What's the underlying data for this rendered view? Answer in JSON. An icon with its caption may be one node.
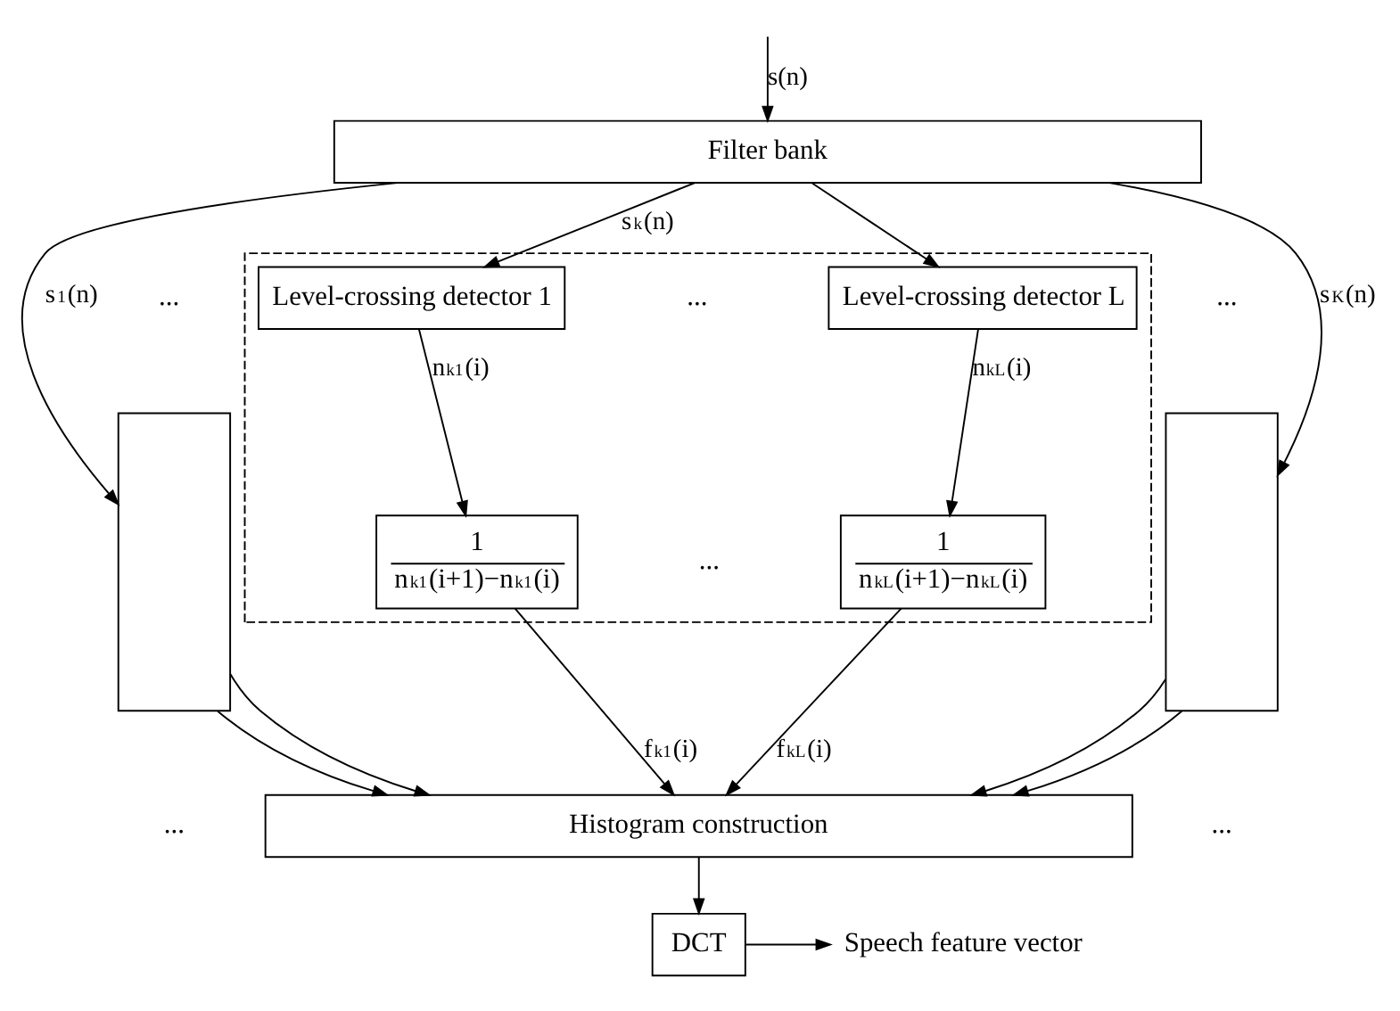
{
  "diagram": {
    "nodes": [
      {
        "text": [
          "Filter bank"
        ]
      },
      {
        "text": [],
        "shape": "box"
      },
      {
        "text": [],
        "shape": "box"
      },
      {
        "text": [
          "Level-crossing detector 1"
        ],
        "in": 2
      },
      {
        "text": [
          "Level-crossing detector L"
        ],
        "in": 2
      },
      {
        "text": [
          "1",
          "n$_{k1}$(i+1)−n$_{k1}$(i)"
        ],
        "in": 2
      },
      {
        "text": [
          "1",
          "n$_{kL}$(i+1)−n$_{kL}$(i)"
        ],
        "in": 2
      },
      {
        "text": [],
        "shape": "box"
      },
      {
        "text": [
          "Histogram construction"
        ]
      },
      {
        "text": [
          "DCT"
        ]
      },
      {
        "text": [
          "Speech feature vector"
        ]
      }
    ],
    "edges": [
      {
        "from": null,
        "to": 0,
        "arrow": "to",
        "label": "s(n)"
      },
      {
        "from": 0,
        "to": 1,
        "arrow": "to",
        "label": "s$_{1}$(n)"
      },
      {
        "from": 0,
        "to": 3,
        "arrow": "to",
        "label": "s$_{k}$(n)"
      },
      {
        "from": 0,
        "to": 4,
        "arrow": "to"
      },
      {
        "from": 0,
        "to": 7,
        "arrow": "to",
        "label": "s$_{K}$(n)"
      },
      {
        "from": 3,
        "to": 5,
        "arrow": "to",
        "label": "n$_{k1}$(i)"
      },
      {
        "from": 4,
        "to": 6,
        "arrow": "to",
        "label": "n$_{kL}$(i)"
      },
      {
        "from": 1,
        "to": 8,
        "arrow": "to"
      },
      {
        "from": 1,
        "to": 8,
        "arrow": "to"
      },
      {
        "from": 5,
        "to": 8,
        "arrow": "to",
        "label": "f$_{k1}$(i)"
      },
      {
        "from": 6,
        "to": 8,
        "arrow": "to",
        "label": "f$_{kL}$(i)"
      },
      {
        "from": 7,
        "to": 8,
        "arrow": "to"
      },
      {
        "from": 7,
        "to": 8,
        "arrow": "to"
      },
      {
        "from": 8,
        "to": 9,
        "arrow": "to"
      },
      {
        "from": 9,
        "to": 10,
        "arrow": "to"
      }
    ],
    "labels": [
      "...",
      "...",
      "...",
      "...",
      "...",
      "..."
    ]
  }
}
